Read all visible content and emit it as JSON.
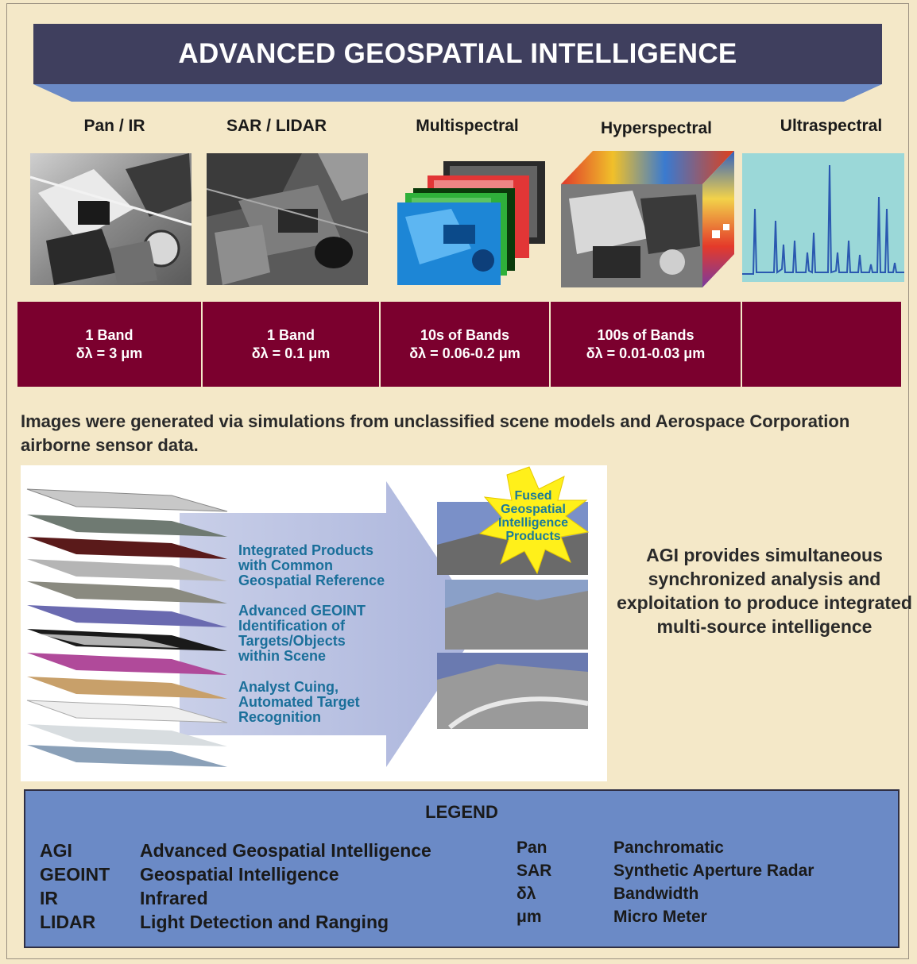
{
  "header": {
    "title": "ADVANCED GEOSPATIAL INTELLIGENCE"
  },
  "columns": [
    {
      "label": "Pan / IR"
    },
    {
      "label": "SAR / LIDAR"
    },
    {
      "label": "Multispectral"
    },
    {
      "label": "Hyperspectral"
    },
    {
      "label": "Ultraspectral"
    }
  ],
  "bands": [
    {
      "line1": "1 Band",
      "line2": "δλ = 3 μm"
    },
    {
      "line1": "1 Band",
      "line2": "δλ = 0.1 μm"
    },
    {
      "line1": "10s of Bands",
      "line2": "δλ = 0.06-0.2 μm"
    },
    {
      "line1": "100s of Bands",
      "line2": "δλ = 0.01-0.03 μm"
    },
    {
      "line1": "",
      "line2": ""
    }
  ],
  "note": "Images were generated via simulations from unclassified scene models and Aerospace Corporation airborne sensor data.",
  "fusion": {
    "items": [
      "Integrated Products with Common Geospatial Reference",
      "Advanced GEOINT Identification of Targets/Objects within Scene",
      "Analyst Cuing, Automated Target Recognition"
    ],
    "item_lines": [
      [
        "Integrated Products",
        "with Common",
        "Geospatial Reference"
      ],
      [
        "Advanced GEOINT",
        "Identification of",
        "Targets/Objects",
        "within Scene"
      ],
      [
        "Analyst Cuing,",
        "Automated Target",
        "Recognition"
      ]
    ],
    "burst_lines": [
      "Fused",
      "Geospatial",
      "Intelligence",
      "Products"
    ]
  },
  "agi_statement": "AGI provides simultaneous synchronized analysis and exploitation to produce integrated multi-source intelligence",
  "legend": {
    "title": "LEGEND",
    "left": [
      {
        "abbr": "AGI",
        "def": "Advanced Geospatial Intelligence"
      },
      {
        "abbr": "GEOINT",
        "def": "Geospatial Intelligence"
      },
      {
        "abbr": "IR",
        "def": "Infrared"
      },
      {
        "abbr": "LIDAR",
        "def": "Light Detection and Ranging"
      }
    ],
    "right": [
      {
        "abbr": "Pan",
        "def": "Panchromatic"
      },
      {
        "abbr": "SAR",
        "def": "Synthetic Aperture Radar"
      },
      {
        "abbr": "δλ",
        "def": "Bandwidth"
      },
      {
        "abbr": "μm",
        "def": "Micro Meter"
      }
    ]
  },
  "colors": {
    "background": "#f4e8c8",
    "banner": "#3f3f5e",
    "banner_wedge": "#6b8ac6",
    "band_bar": "#7b002e",
    "legend_box": "#6b8ac6",
    "fusion_text": "#1a6f9a",
    "burst": "#ffef1a"
  }
}
